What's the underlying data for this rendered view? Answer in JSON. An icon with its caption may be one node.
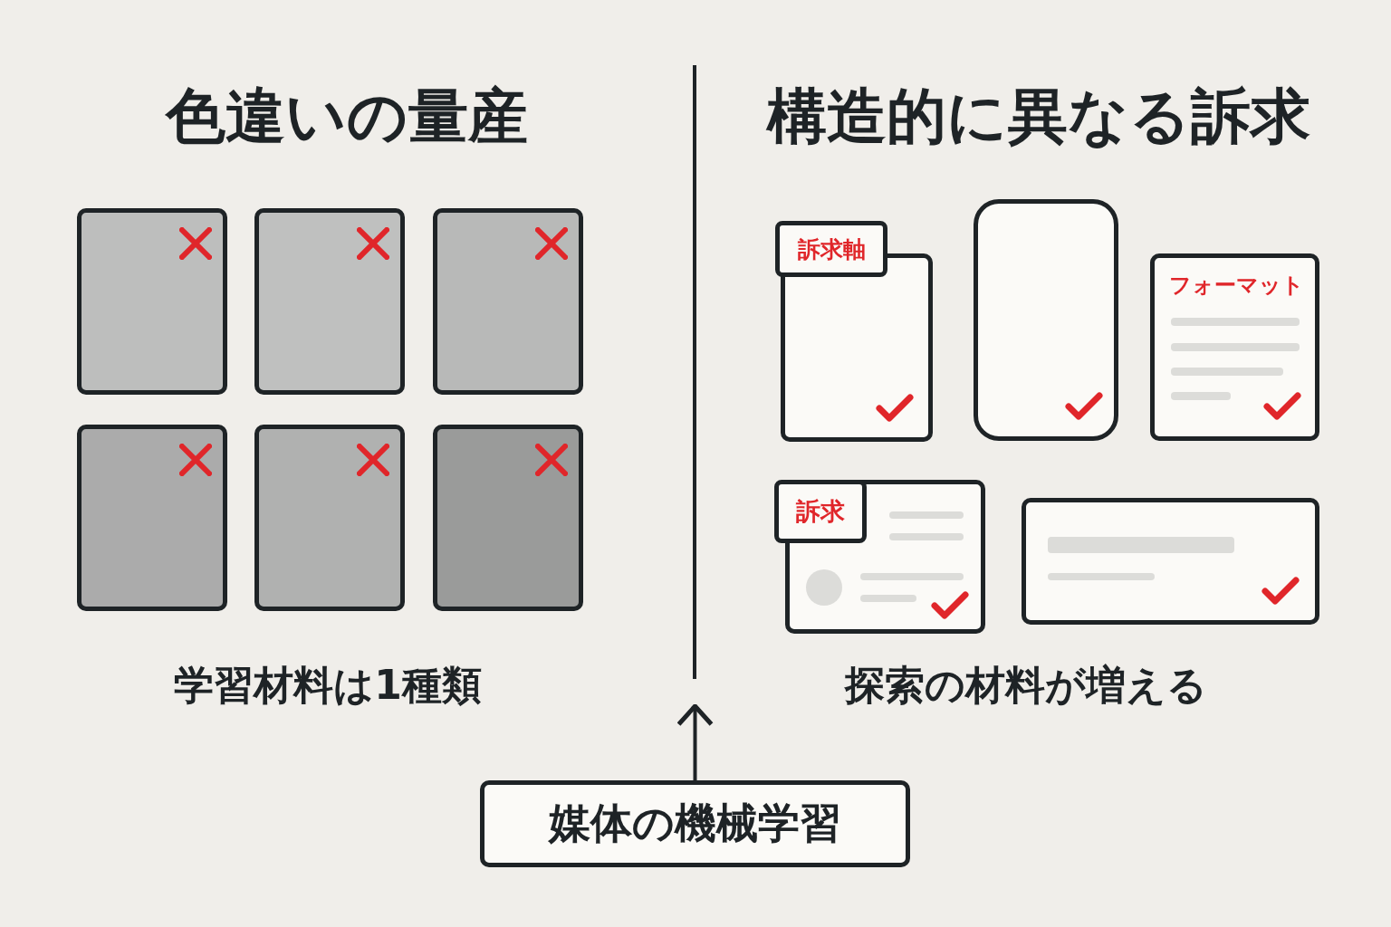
{
  "diagram": {
    "nodes": [
      {
        "text": [],
        "shape": "box"
      },
      {
        "text": [],
        "shape": "box"
      },
      {
        "text": [],
        "shape": "box"
      },
      {
        "text": [],
        "shape": "box"
      },
      {
        "text": [],
        "shape": "box"
      },
      {
        "text": [],
        "shape": "box"
      },
      {
        "text": [
          "訴求軸"
        ]
      },
      {
        "text": [],
        "shape": "box"
      },
      {
        "text": [
          "フォーマット"
        ]
      },
      {
        "text": [
          "訴求"
        ]
      },
      {
        "text": [],
        "shape": "box"
      },
      {
        "text": [],
        "shape": "line"
      },
      {
        "text": [
          "媒体の機械学習"
        ]
      }
    ],
    "edges": [
      {
        "from": 12,
        "to": 11,
        "arrow": "to"
      }
    ],
    "labels": [
      "色違いの量産",
      "構造的に異なる訴求",
      "学習材料は1種類",
      "探索の材料が増える"
    ]
  }
}
